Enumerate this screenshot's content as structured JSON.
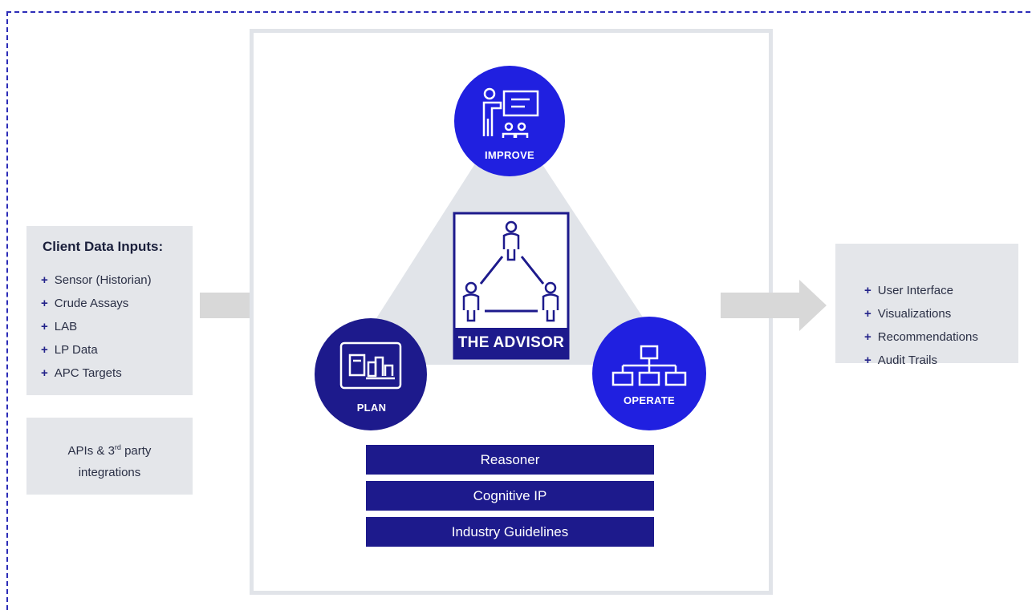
{
  "colors": {
    "accent_blue": "#2020e0",
    "navy": "#1d1a8c",
    "panel_grey": "#e4e6ea",
    "arrow_grey": "#d8d8d8",
    "dash_blue": "#2d2db8"
  },
  "inputs": {
    "title": "Client Data Inputs:",
    "items": [
      "Sensor (Historian)",
      "Crude Assays",
      "LAB",
      "LP Data",
      "APC Targets"
    ]
  },
  "apis": {
    "line1_prefix": "APIs & 3",
    "line1_sup": "rd",
    "line1_suffix": " party",
    "line2": "integrations"
  },
  "outputs": {
    "items": [
      "User Interface",
      "Visualizations",
      "Recommendations",
      "Audit Trails"
    ]
  },
  "plus": "+",
  "advisor": {
    "label": "THE ADVISOR",
    "icon": "people-triangle-icon"
  },
  "circles": {
    "improve": {
      "label": "IMPROVE",
      "icon": "presentation-icon"
    },
    "plan": {
      "label": "PLAN",
      "icon": "blueprint-icon"
    },
    "operate": {
      "label": "OPERATE",
      "icon": "hierarchy-icon"
    }
  },
  "bars": [
    "Reasoner",
    "Cognitive IP",
    "Industry Guidelines"
  ]
}
